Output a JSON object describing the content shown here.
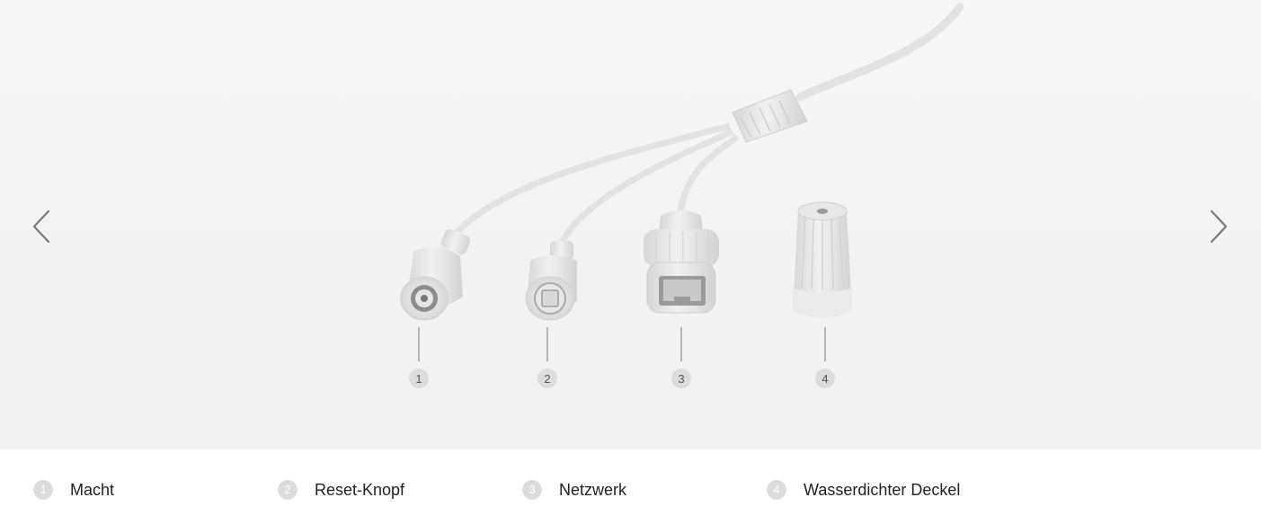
{
  "gallery": {
    "prev_icon": "chevron-left-icon",
    "next_icon": "chevron-right-icon",
    "callouts": [
      "1",
      "2",
      "3",
      "4"
    ]
  },
  "legend": {
    "items": [
      {
        "number": "1",
        "label": "Macht"
      },
      {
        "number": "2",
        "label": "Reset-Knopf"
      },
      {
        "number": "3",
        "label": "Netzwerk"
      },
      {
        "number": "4",
        "label": "Wasserdichter Deckel"
      }
    ]
  },
  "colors": {
    "background": "#f4f4f4",
    "cable": "#e4e4e4",
    "callout_badge": "#dcdcdc",
    "arrow": "#7a7a7a",
    "text": "#222222"
  }
}
